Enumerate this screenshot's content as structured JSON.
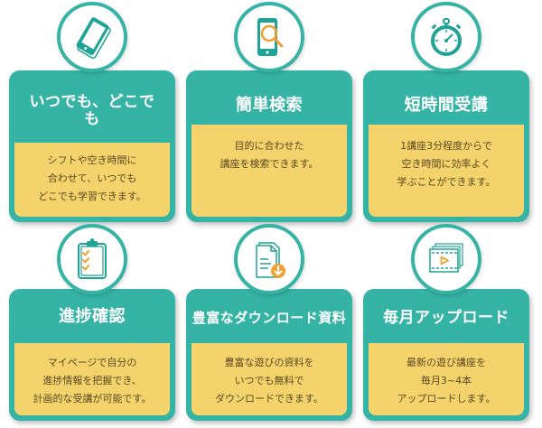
{
  "colors": {
    "teal": "#35b3a5",
    "yellow": "#f5d36c",
    "orange": "#f0a030",
    "text": "#5a4a22"
  },
  "features": [
    {
      "icon": "smartphone-icon",
      "title_lines": [
        "いつでも、どこで",
        "も"
      ],
      "desc_lines": [
        "シフトや空き時間に",
        "合わせて、いつでも",
        "どこでも学習できます。"
      ]
    },
    {
      "icon": "phone-search-icon",
      "title_lines": [
        "簡単検索"
      ],
      "desc_lines": [
        "目的に合わせた",
        "講座を検索できます。"
      ]
    },
    {
      "icon": "stopwatch-icon",
      "title_lines": [
        "短時間受講"
      ],
      "desc_lines": [
        "1講座3分程度からで",
        "空き時間に効率よく",
        "学ぶことができます。"
      ]
    },
    {
      "icon": "clipboard-check-icon",
      "title_lines": [
        "進捗確認"
      ],
      "desc_lines": [
        "マイページで自分の",
        "進捗情報を把握でき、",
        "計画的な受講が可能です。"
      ]
    },
    {
      "icon": "document-download-icon",
      "title_lines": [
        "豊富なダウンロード資料"
      ],
      "desc_lines": [
        "豊富な遊びの資料を",
        "いつでも無料で",
        "ダウンロードできます。"
      ]
    },
    {
      "icon": "video-files-icon",
      "title_lines": [
        "毎月アップロード"
      ],
      "desc_lines": [
        "最新の遊び講座を",
        "毎月3~4本",
        "アップロードします。"
      ]
    }
  ]
}
